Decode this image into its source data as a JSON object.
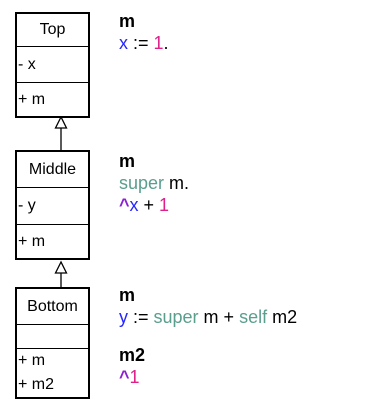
{
  "classes": {
    "top": {
      "name": "Top",
      "attrs": [
        "- x"
      ],
      "methods": [
        "+ m"
      ]
    },
    "middle": {
      "name": "Middle",
      "attrs": [
        "- y"
      ],
      "methods": [
        "+ m"
      ]
    },
    "bottom": {
      "name": "Bottom",
      "attrs": [
        ""
      ],
      "methods": [
        "+ m",
        "+ m2"
      ]
    }
  },
  "code": {
    "top": {
      "method": "m",
      "var": "x",
      "assign": " := ",
      "value": "1",
      "end": "."
    },
    "middle": {
      "method": "m",
      "super": "super",
      "call": " m.",
      "caret": "^",
      "var": "x",
      "plus": " + ",
      "value": "1"
    },
    "bottom_m": {
      "method": "m",
      "var": "y",
      "assign": " := ",
      "super": "super",
      "mid": " m + ",
      "self": "self",
      "call": " m2"
    },
    "bottom_m2": {
      "method": "m2",
      "caret": "^",
      "value": "1"
    }
  },
  "colors": {
    "keyword": "#5a9e8e",
    "number": "#e0208a",
    "variable": "#2727ff",
    "return": "#8b1fd4"
  }
}
